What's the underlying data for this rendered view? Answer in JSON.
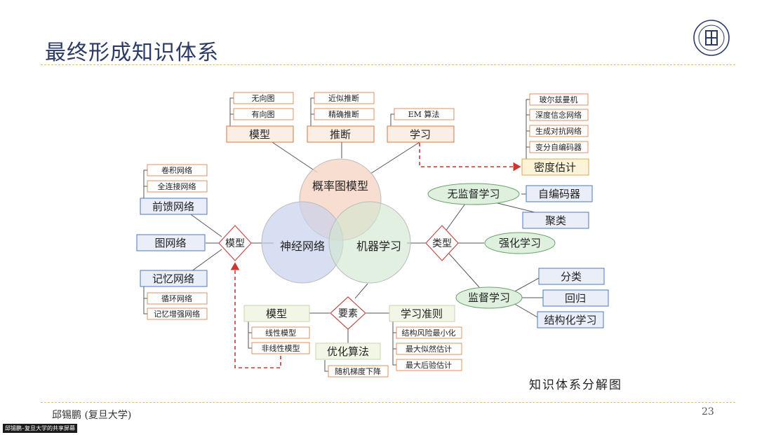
{
  "slide": {
    "title": "最终形成知识体系",
    "footer_author": "邱锡鹏 (复旦大学)",
    "page_number": "23",
    "share_label": "邱锡鹏–复旦大学的共享屏幕",
    "caption": "知识体系分解图"
  },
  "venn": {
    "probabilistic": "概率图模型",
    "neural": "神经网络",
    "ml": "机器学习"
  },
  "prob_branches": {
    "model": {
      "label": "模型",
      "children": [
        "无向图",
        "有向图"
      ]
    },
    "inference": {
      "label": "推断",
      "children": [
        "近似推断",
        "精确推断"
      ]
    },
    "learning": {
      "label": "学习",
      "children": [
        "EM 算法"
      ]
    }
  },
  "density": {
    "label": "密度估计",
    "children": [
      "玻尔兹曼机",
      "深度信念网络",
      "生成对抗网络",
      "变分自编码器"
    ]
  },
  "neural_side": {
    "hub": "模型",
    "feedforward": {
      "label": "前馈网络",
      "children": [
        "卷积网络",
        "全连接网络"
      ]
    },
    "graph": "图网络",
    "memory": {
      "label": "记忆网络",
      "children": [
        "循环网络",
        "记忆增强网络"
      ]
    }
  },
  "ml_types": {
    "hub": "类型",
    "unsupervised": {
      "label": "无监督学习",
      "children": [
        "自编码器",
        "聚类"
      ]
    },
    "reinforcement": "强化学习",
    "supervised": {
      "label": "监督学习",
      "children": [
        "分类",
        "回归",
        "结构化学习"
      ]
    }
  },
  "elements": {
    "hub": "要素",
    "model": {
      "label": "模型",
      "children": [
        "线性模型",
        "非线性模型"
      ]
    },
    "criterion": {
      "label": "学习准则",
      "children": [
        "结构风险最小化",
        "最大似然估计",
        "最大后验估计"
      ]
    },
    "optimization": {
      "label": "优化算法",
      "children": [
        "随机梯度下降"
      ]
    }
  },
  "colors": {
    "title": "#2b3a66",
    "venn_prob": "#f6d6c4",
    "venn_neural": "#c9d2ec",
    "venn_ml": "#cfe6cf",
    "orange_border": "#d9763a",
    "blue_border": "#4d78b8",
    "green_fill": "#dff0df",
    "red_dashed": "#d0342c"
  }
}
